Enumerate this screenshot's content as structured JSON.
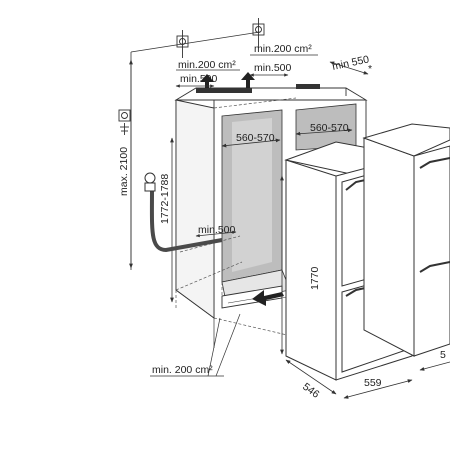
{
  "labels": {
    "max_height": "max. 2100",
    "niche_height": "1772-1788",
    "vent_area_left": "min.200 cm²",
    "vent_area_right": "min.200 cm²",
    "vent_depth_left": "min.500",
    "vent_depth_right": "min.500",
    "depth_min": "min 550",
    "depth_asterisk": "*",
    "niche_width_left": "560-570",
    "niche_width_right": "560-570",
    "floor_vent": "min.500",
    "bottom_area": "min. 200 cm²",
    "appliance_height": "1770",
    "appliance_depth": "546",
    "appliance_width": "559",
    "partial_dim": "5"
  },
  "colors": {
    "line": "#333333",
    "niche_shade": "#bdbdbd",
    "niche_light": "#e6e6e6",
    "hose": "#4a4a4a"
  }
}
